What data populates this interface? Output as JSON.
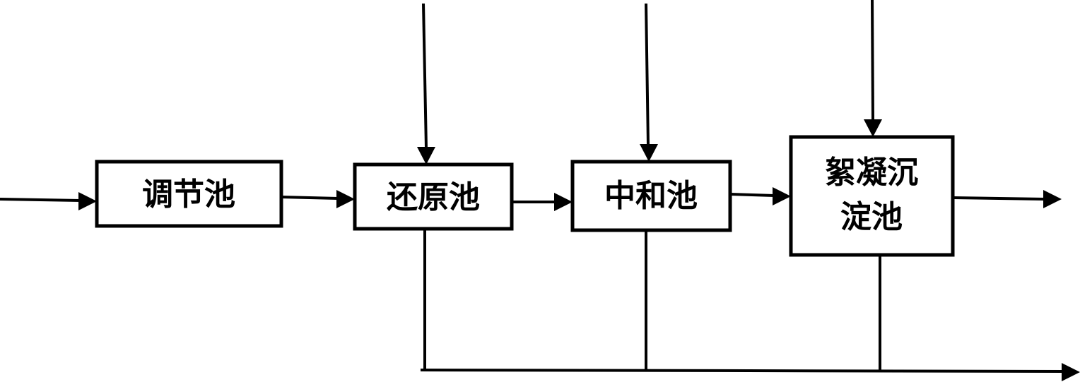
{
  "diagram": {
    "stroke_color": "#000000",
    "background_color": "#ffffff",
    "nodes": [
      {
        "id": "regulating-tank",
        "lines": [
          "调节池"
        ]
      },
      {
        "id": "reduction-tank",
        "lines": [
          "还原池"
        ]
      },
      {
        "id": "neutralization-tank",
        "lines": [
          "中和池"
        ]
      },
      {
        "id": "flocculation-sedimentation-tank",
        "lines": [
          "絮凝沉",
          "淀池"
        ]
      }
    ]
  }
}
